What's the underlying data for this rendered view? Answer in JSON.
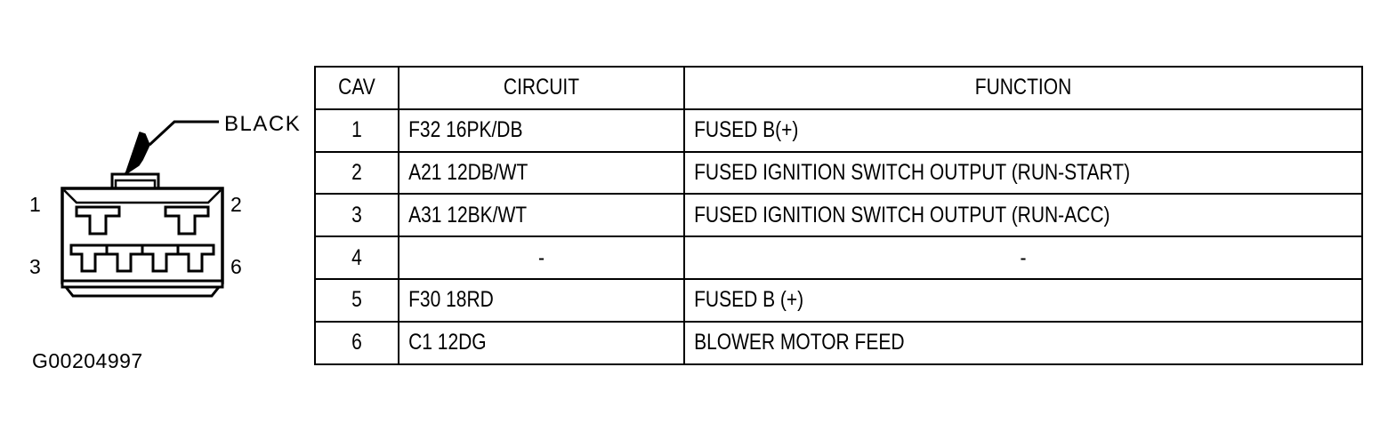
{
  "figure": {
    "caption": "G00204997",
    "callout": {
      "label": "BLACK",
      "icon": "arrow-pointer-icon"
    },
    "connector": {
      "pin_labels": {
        "top_left": "1",
        "top_right": "2",
        "bottom_left": "3",
        "bottom_right": "6"
      },
      "cavity_count_top_row": 2,
      "cavity_count_bottom_row": 4,
      "line_color": "#000000",
      "fill_color": "#ffffff"
    }
  },
  "table": {
    "headers": [
      "CAV",
      "CIRCUIT",
      "FUNCTION"
    ],
    "rows": [
      {
        "cav": "1",
        "circuit": "F32 16PK/DB",
        "function": "FUSED B(+)"
      },
      {
        "cav": "2",
        "circuit": "A21 12DB/WT",
        "function": "FUSED IGNITION SWITCH OUTPUT (RUN-START)"
      },
      {
        "cav": "3",
        "circuit": "A31 12BK/WT",
        "function": "FUSED IGNITION SWITCH OUTPUT (RUN-ACC)"
      },
      {
        "cav": "4",
        "circuit": "-",
        "function": "-"
      },
      {
        "cav": "5",
        "circuit": "F30 18RD",
        "function": "FUSED B (+)"
      },
      {
        "cav": "6",
        "circuit": "C1 12DG",
        "function": "BLOWER MOTOR FEED"
      }
    ]
  }
}
